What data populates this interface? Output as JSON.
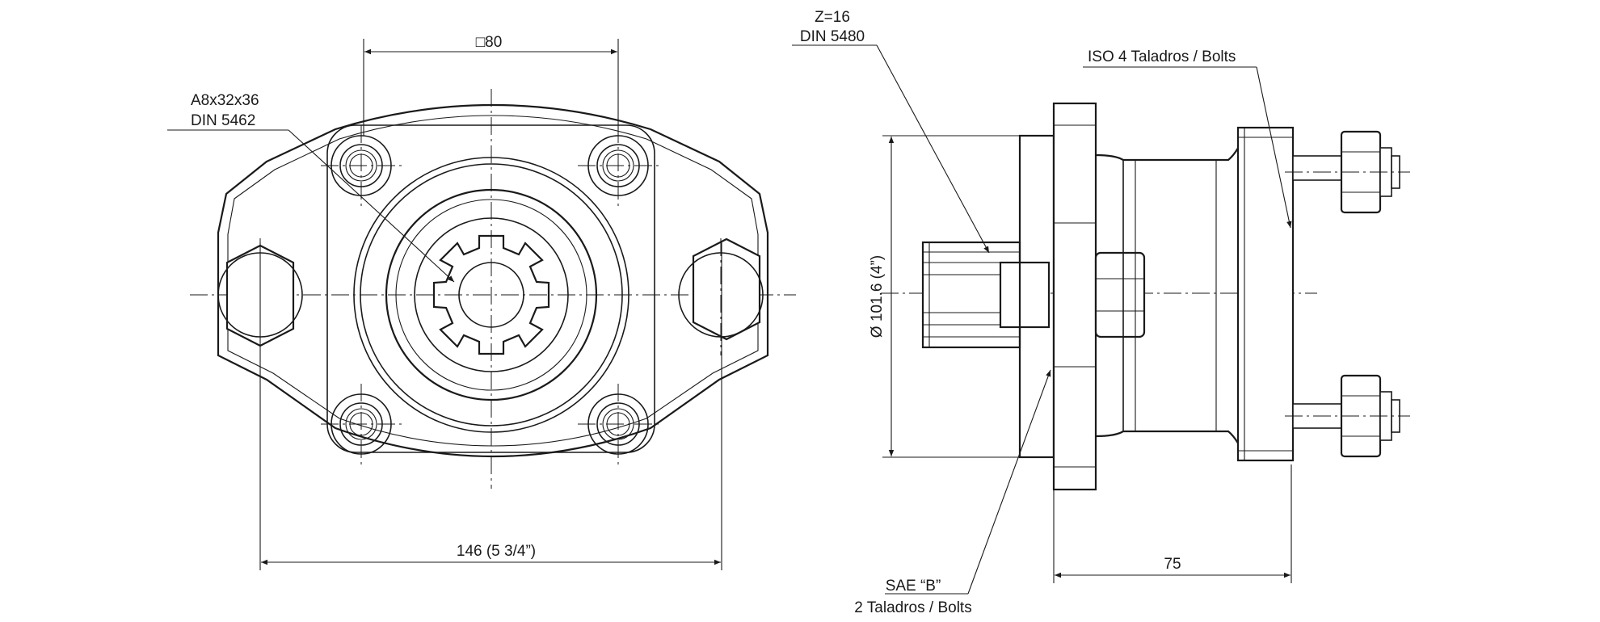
{
  "front_view": {
    "dim_square": "□80",
    "dim_width": "146 (5 3/4”)",
    "shaft_callout": [
      "A8x32x36",
      "DIN 5462"
    ]
  },
  "side_view": {
    "spline_callout": [
      "Z=16",
      "DIN 5480"
    ],
    "bolts_callout": "ISO 4 Taladros / Bolts",
    "dim_pilot": "Ø 101.6 (4”)",
    "dim_length": "75",
    "flange_callout": [
      "SAE “B”",
      "2 Taladros / Bolts"
    ]
  }
}
